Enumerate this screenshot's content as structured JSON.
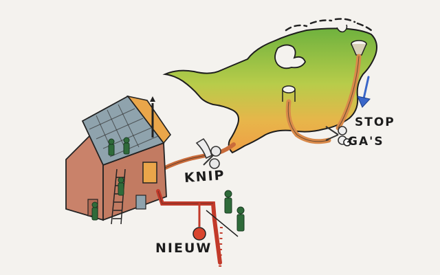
{
  "labels": {
    "knip": "KNIP",
    "stop": "STOP",
    "gas": "GA'S",
    "nieuw": "NIEUW"
  },
  "colors": {
    "paper": "#f4f2ee",
    "land_green": "#8cc04a",
    "land_orange": "#eaa64a",
    "brick": "#c9826a",
    "roof_tiles": "#8fa3ad",
    "pipe_orange": "#d98a4a",
    "pipe_red": "#c23a2a",
    "arrow_blue": "#3a66c8",
    "worker_green": "#2f6b3a"
  },
  "icons": {
    "scissors_left": "scissors-icon",
    "scissors_right": "scissors-icon",
    "gas_tap": "gas-tap-icon",
    "down_arrow": "down-arrow-icon"
  }
}
